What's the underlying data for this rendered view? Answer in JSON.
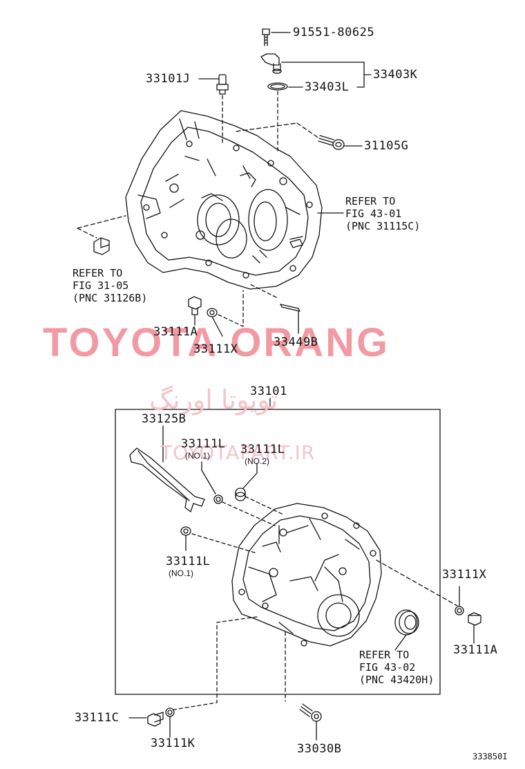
{
  "labels": {
    "p91551": "91551-80625",
    "p33403K": "33403K",
    "p33403L": "33403L",
    "p33101J": "33101J",
    "p31105G": "31105G",
    "p33111A_top": "33111A",
    "p33111X_top": "33111X",
    "p33449B": "33449B",
    "p33101": "33101",
    "p33125B": "33125B",
    "p33111L_a": "33111L",
    "p33111L_b": "33111L",
    "p33111L_c": "33111L",
    "p33111X_bot": "33111X",
    "p33111A_bot": "33111A",
    "p33111C": "33111C",
    "p33111K": "33111K",
    "p33030B": "33030B"
  },
  "notes": {
    "no1_a": "(NO.1)",
    "no2": "(NO.2)",
    "no1_c": "(NO.1)"
  },
  "refs": {
    "ref_43_01": "REFER TO\nFIG 43-01\n(PNC 31115C)",
    "ref_31_05": "REFER TO\nFIG 31-05\n(PNC 31126B)",
    "ref_43_02": "REFER TO\nFIG 43-02\n(PNC 43420H)"
  },
  "watermark": {
    "main": "TOYOTA ORANG",
    "persian": "تویوتا اورنگ",
    "site": "TOYOTAPART.IR"
  },
  "figure_code": "333850I",
  "colors": {
    "watermark": "#f29aa3",
    "ink": "#111111"
  }
}
